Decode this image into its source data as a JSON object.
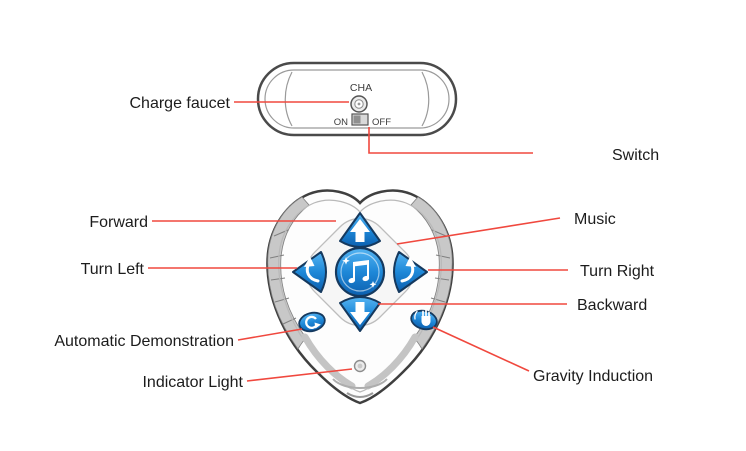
{
  "labels": {
    "charge_faucet": "Charge faucet",
    "switch": "Switch",
    "forward": "Forward",
    "music": "Music",
    "turn_left": "Turn Left",
    "turn_right": "Turn Right",
    "backward": "Backward",
    "automatic_demonstration": "Automatic Demonstration",
    "indicator_light": "Indicator Light",
    "gravity_induction": "Gravity Induction"
  },
  "device_markings": {
    "channel": "CHA",
    "switch_on": "ON",
    "switch_off": "OFF"
  },
  "icons": [
    "up-arrow-icon",
    "down-arrow-icon",
    "turn-left-arrow-icon",
    "turn-right-arrow-icon",
    "music-note-icon",
    "loop-arrow-icon",
    "hand-icon",
    "charge-port-icon",
    "indicator-light",
    "power-switch"
  ],
  "colors": {
    "leader_line": "#f0483e",
    "button_blue_light": "#55b4f2",
    "button_blue_dark": "#0c5fae",
    "button_outline": "#15395e",
    "body_outline": "#3f3f3f",
    "grip_gray": "#c8c8c8"
  }
}
